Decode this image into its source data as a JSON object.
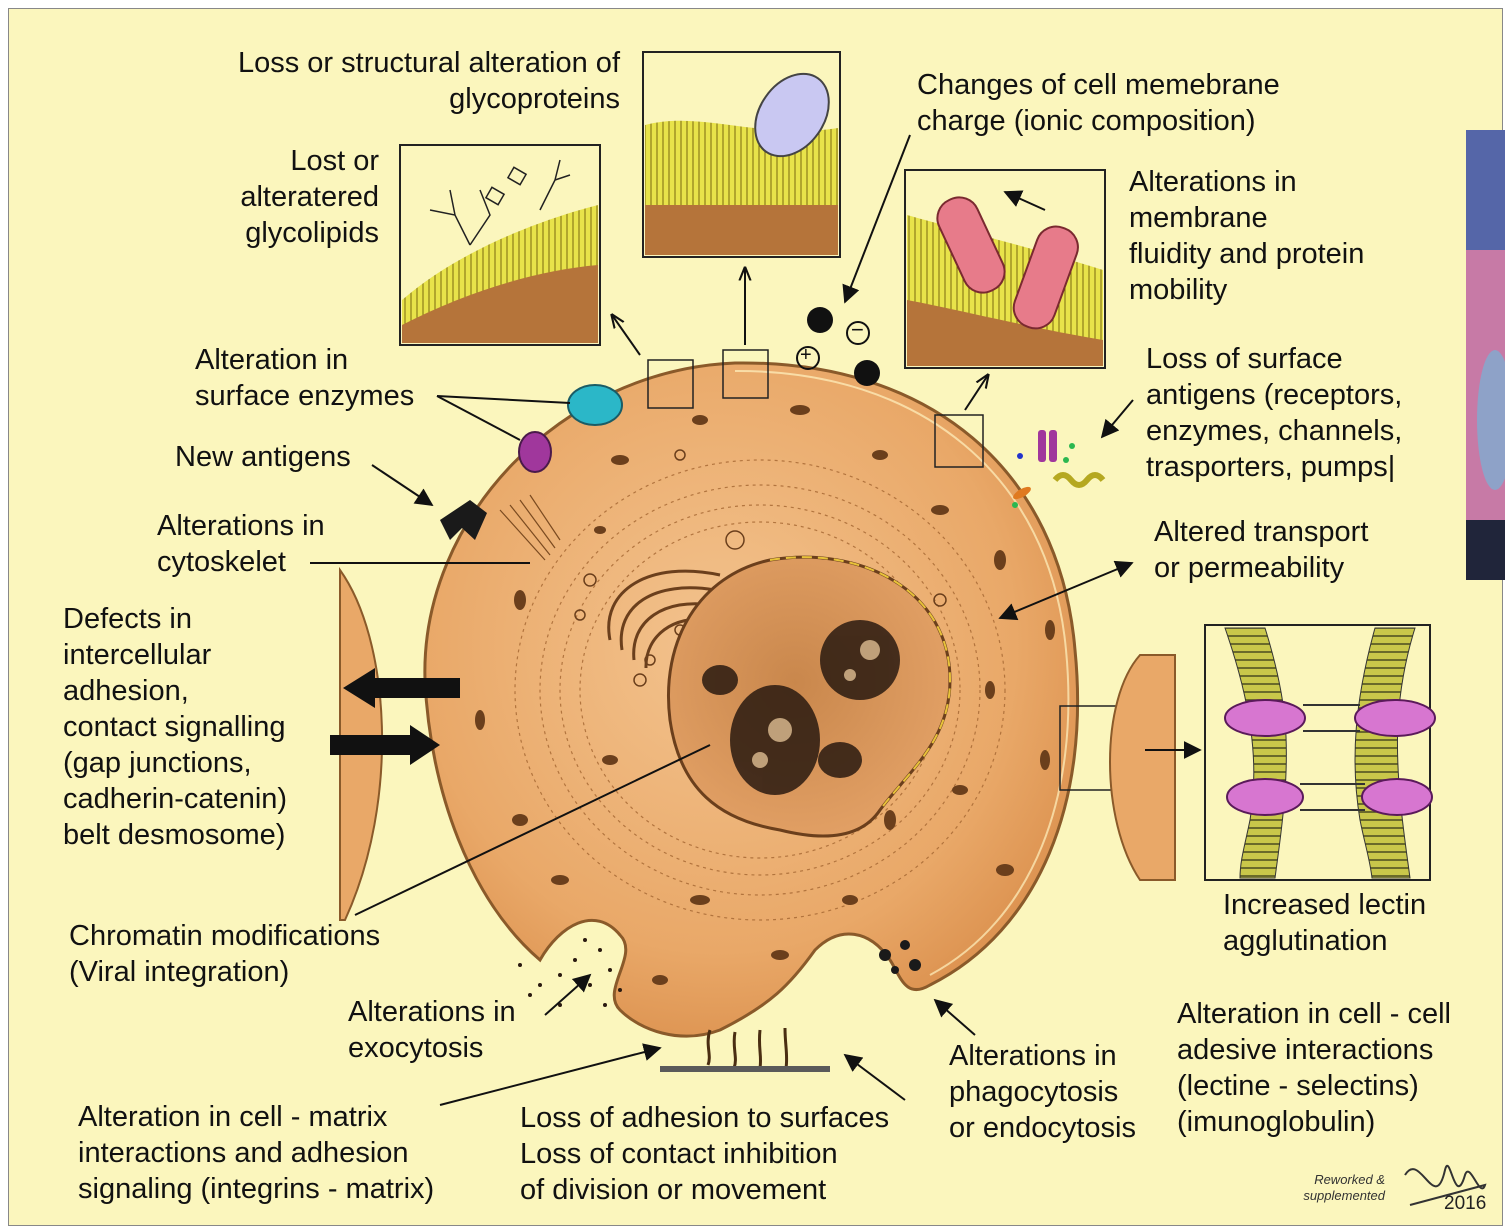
{
  "labels": {
    "glycoproteins": "Loss or structural alteration of\nglycoproteins",
    "membrane_charge": "Changes of cell memebrane\ncharge (ionic composition)",
    "glycolipids": "Lost or\nalteratered\nglycolipids",
    "fluidity": "Alterations in\nmembrane\nfluidity and protein\nmobility",
    "surface_enzymes": "Alteration in\nsurface enzymes",
    "surface_antigens": "Loss of surface\nantigens (receptors,\nenzymes, channels,\ntrasporters, pumps|",
    "new_antigens": "New antigens",
    "cytoskelet": "Alterations in\ncytoskelet",
    "transport": "Altered transport\nor permeability",
    "adhesion_defects": "Defects in\nintercellular\nadhesion,\ncontact signalling\n(gap junctions,\ncadherin-catenin)\nbelt desmosome)",
    "lectin": "Increased lectin\nagglutination",
    "chromatin": "Chromatin modifications\n(Viral integration)",
    "exocytosis": "Alterations in\nexocytosis",
    "phagocytosis": "Alterations in\nphagocytosis\nor endocytosis",
    "cell_cell": "Alteration in cell - cell\nadesive interactions\n(lectine - selectins)\n(imunoglobulin)",
    "cell_matrix": "Alteration in cell - matrix\ninteractions and adhesion\nsignaling (integrins - matrix)",
    "surface_adhesion": "Loss of adhesion to surfaces\nLoss of contact inhibition\nof division or movement"
  },
  "signature": {
    "note": "Reworked &\nsupplemented",
    "year": "2016"
  },
  "charges": {
    "plus": "+",
    "minus": "−"
  },
  "colors": {
    "background": "#fbf6bd",
    "cytoplasm": "#e9a868",
    "membrane": "#c07a3a",
    "nucleus": "#d9904f",
    "lipid_layer": "#e8e34a",
    "protein_pink": "#e77b8a",
    "lectin_magenta": "#d776d0",
    "enzyme_teal": "#2bb7c8",
    "enzyme_purple": "#a0379c"
  }
}
